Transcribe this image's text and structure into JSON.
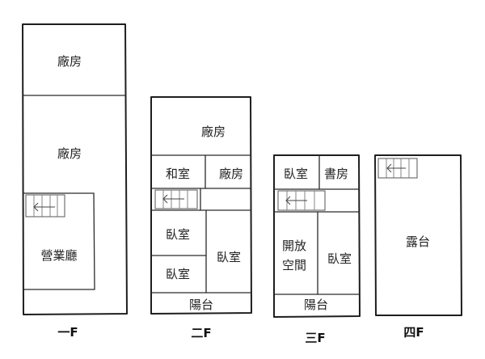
{
  "floors": [
    {
      "id": "1f",
      "floor_label": "一F",
      "rooms": [
        "廠房",
        "廠房",
        "營業廳"
      ]
    },
    {
      "id": "2f",
      "floor_label": "二F",
      "rooms": [
        "廠房",
        "和室",
        "廠房",
        "臥室",
        "臥室",
        "臥室",
        "陽台"
      ]
    },
    {
      "id": "3f",
      "floor_label": "三F",
      "rooms": [
        "臥室",
        "書房",
        "開放",
        "空間",
        "臥室",
        "陽台"
      ]
    },
    {
      "id": "4f",
      "floor_label": "四F",
      "rooms": [
        "露台"
      ]
    }
  ]
}
